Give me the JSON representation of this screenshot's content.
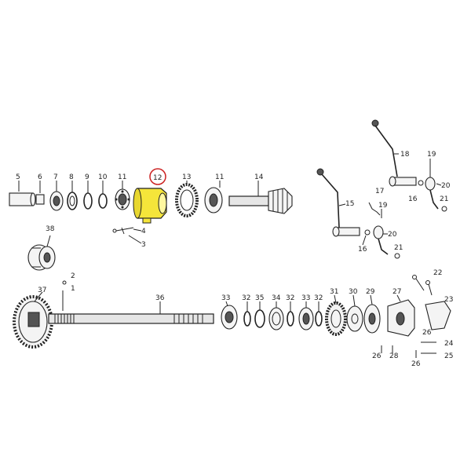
{
  "diagram": {
    "highlight": {
      "part_number": "12",
      "fill_color": "#f5e53a",
      "circle_color": "#cc2222"
    },
    "labels": {
      "p2": "2",
      "p1": "1",
      "p3": "3",
      "p4": "4",
      "p5": "5",
      "p6": "6",
      "p7": "7",
      "p8": "8",
      "p9": "9",
      "p10": "10",
      "p11a": "11",
      "p12": "12",
      "p13": "13",
      "p11b": "11",
      "p14": "14",
      "p15": "15",
      "p16a": "16",
      "p16b": "16",
      "p17": "17",
      "p18": "18",
      "p19a": "19",
      "p19b": "19",
      "p20a": "20",
      "p20b": "20",
      "p21a": "21",
      "p21b": "21",
      "p22": "22",
      "p23": "23",
      "p24": "24",
      "p25": "25",
      "p26a": "26",
      "p26b": "26",
      "p26c": "26",
      "p27": "27",
      "p28": "28",
      "p29": "29",
      "p30": "30",
      "p31": "31",
      "p32a": "32",
      "p32b": "32",
      "p32c": "32",
      "p33": "33",
      "p33b": "33",
      "p34": "34",
      "p35": "35",
      "p36": "36",
      "p37": "37",
      "p38": "38"
    }
  }
}
